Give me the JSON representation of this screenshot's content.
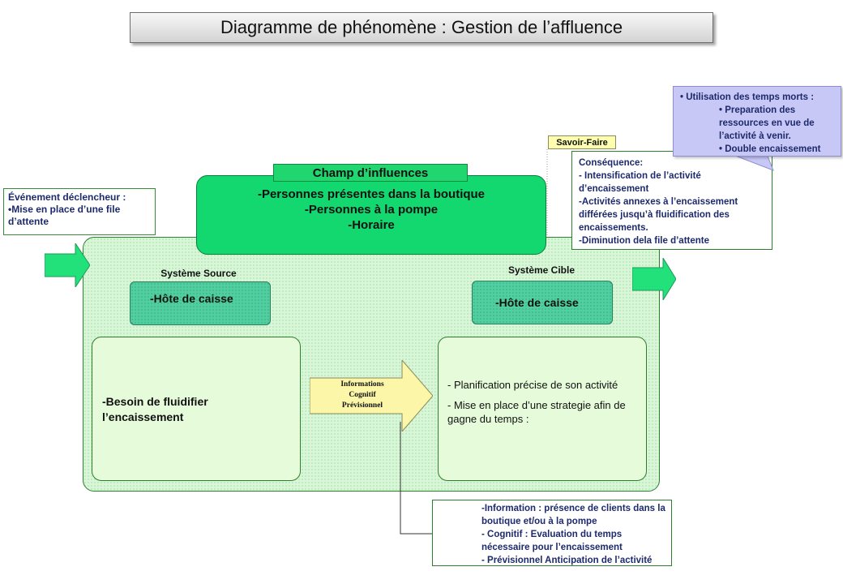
{
  "title": "Diagramme de phénomène : Gestion de l’affluence",
  "influence": {
    "label": "Champ  d’influences",
    "lines": [
      "-Personnes présentes dans la boutique",
      "-Personnes à la pompe",
      "-Horaire"
    ]
  },
  "event": {
    "title": "Événement déclencheur :",
    "text": "•Mise en place d’une file d’attente"
  },
  "savoir_faire": "Savoir-Faire",
  "consequence": {
    "title": "Conséquence:",
    "lines": [
      "- Intensification de l’activité d’encaissement",
      "-Activités annexes à l’encaissement différées jusqu’à fluidification des encaissements.",
      "-Diminution dela file d’attente"
    ]
  },
  "callout": {
    "title": "• Utilisation des temps morts :",
    "items": [
      "• Preparation des ressources en vue de l’activité à venir.",
      "• Double encaissement"
    ]
  },
  "source": {
    "label": "Système Source",
    "host": "-Hôte de caisse"
  },
  "target": {
    "label": "Système Cible",
    "host": "-Hôte de caisse"
  },
  "need": "-Besoin de fluidifier l’encaissement",
  "plan": [
    "- Planification précise  de son activité",
    "- Mise en place d’une strategie  afin de gagne du temps :"
  ],
  "info_arrow": [
    "Informations",
    "Cognitif",
    "Prévisionnel"
  ],
  "bottom": [
    "-Information : présence de clients dans la boutique et/ou à la pompe",
    "- Cognitif : Evaluation du temps nécessaire pour l’encaissement",
    "- Prévisionnel Anticipation de l’activité"
  ],
  "colors": {
    "frame_fill": "#d9f6d9",
    "influence_fill": "#12d86f",
    "host_fill": "#52cfa0",
    "panel_fill": "#e6fbd9",
    "arrow_fill": "#22e07a",
    "info_arrow_fill": "#fbf6a8",
    "callout_fill": "#c8c8f6",
    "savoir_fill": "#ffffb0"
  }
}
